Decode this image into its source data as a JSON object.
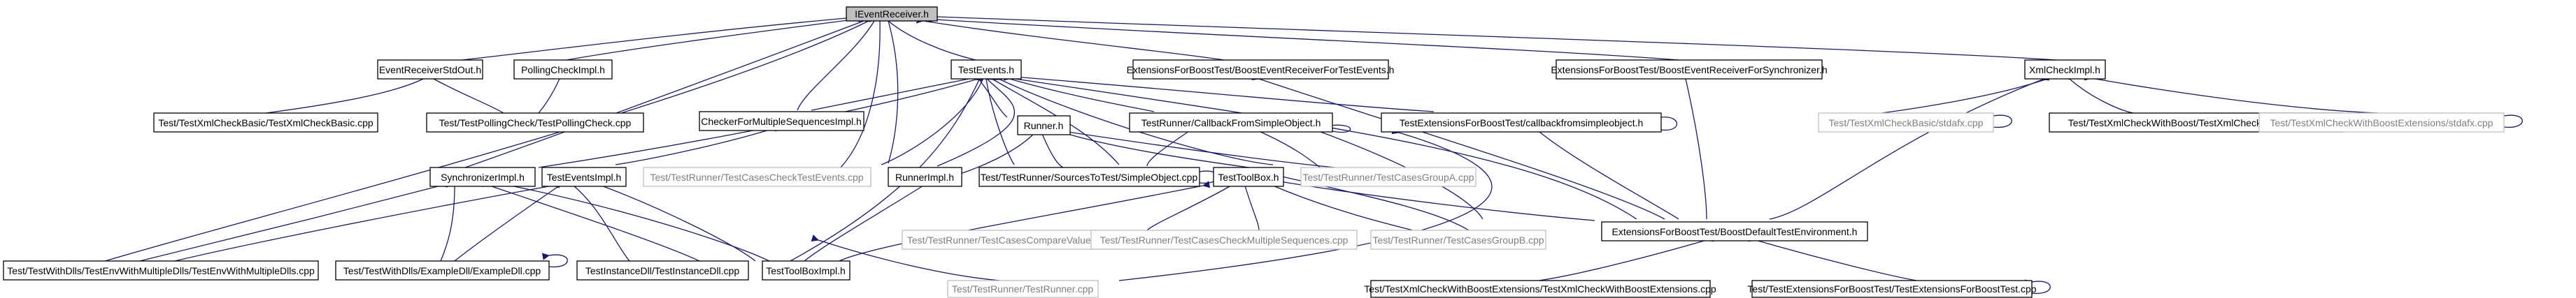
{
  "colors": {
    "edge": "#191970",
    "root_fill": "#bfbfbf",
    "border": "#000000",
    "gray_border": "#bfbfbf",
    "gray_text": "#7f7f7f"
  },
  "nodes": [
    {
      "id": "ievent",
      "label": "IEventReceiver.h",
      "style": "root"
    },
    {
      "id": "stdout",
      "label": "EventReceiverStdOut.h",
      "style": "normal"
    },
    {
      "id": "polling",
      "label": "PollingCheckImpl.h",
      "style": "normal"
    },
    {
      "id": "testevents",
      "label": "TestEvents.h",
      "style": "normal"
    },
    {
      "id": "extBoostEvts",
      "label": "ExtensionsForBoostTest/BoostEventReceiverForTestEvents.h",
      "style": "normal"
    },
    {
      "id": "extBoostSync",
      "label": "ExtensionsForBoostTest/BoostEventReceiverForSynchronizer.h",
      "style": "normal"
    },
    {
      "id": "xmlcheck",
      "label": "XmlCheckImpl.h",
      "style": "normal"
    },
    {
      "id": "xmlBasic",
      "label": "Test/TestXmlCheckBasic/TestXmlCheckBasic.cpp",
      "style": "normal"
    },
    {
      "id": "pollCpp",
      "label": "Test/TestPollingCheck/TestPollingCheck.cpp",
      "style": "normal"
    },
    {
      "id": "checker",
      "label": "CheckerForMultipleSequencesImpl.h",
      "style": "normal"
    },
    {
      "id": "runner",
      "label": "Runner.h",
      "style": "normal"
    },
    {
      "id": "callback",
      "label": "TestRunner/CallbackFromSimpleObject.h",
      "style": "normal"
    },
    {
      "id": "extCallback",
      "label": "TestExtensionsForBoostTest/callbackfromsimpleobject.h",
      "style": "normal"
    },
    {
      "id": "stdafxBasic",
      "label": "Test/TestXmlCheckBasic/stdafx.cpp",
      "style": "gray"
    },
    {
      "id": "xmlWithBoost",
      "label": "Test/TestXmlCheckWithBoost/TestXmlCheckWithBoost.cpp",
      "style": "normal"
    },
    {
      "id": "stdafxExt",
      "label": "Test/TestXmlCheckWithBoostExtensions/stdafx.cpp",
      "style": "gray"
    },
    {
      "id": "syncImpl",
      "label": "SynchronizerImpl.h",
      "style": "normal"
    },
    {
      "id": "eventsImpl",
      "label": "TestEventsImpl.h",
      "style": "normal"
    },
    {
      "id": "checkEvtsCpp",
      "label": "Test/TestRunner/TestCasesCheckTestEvents.cpp",
      "style": "gray"
    },
    {
      "id": "runnerImpl",
      "label": "RunnerImpl.h",
      "style": "normal"
    },
    {
      "id": "simpleObj",
      "label": "Test/TestRunner/SourcesToTest/SimpleObject.cpp",
      "style": "normal"
    },
    {
      "id": "toolbox",
      "label": "TestToolBox.h",
      "style": "normal"
    },
    {
      "id": "groupA",
      "label": "Test/TestRunner/TestCasesGroupA.cpp",
      "style": "gray"
    },
    {
      "id": "multiDlls",
      "label": "Test/TestWithDlls/TestEnvWithMultipleDlls/TestEnvWithMultipleDlls.cpp",
      "style": "normal"
    },
    {
      "id": "exampleDll",
      "label": "Test/TestWithDlls/ExampleDll/ExampleDll.cpp",
      "style": "normal"
    },
    {
      "id": "instanceDll",
      "label": "TestInstanceDll/TestInstanceDll.cpp",
      "style": "normal"
    },
    {
      "id": "toolboxImpl",
      "label": "TestToolBoxImpl.h",
      "style": "normal"
    },
    {
      "id": "compareVals",
      "label": "Test/TestRunner/TestCasesCompareValues.cpp",
      "style": "gray"
    },
    {
      "id": "multiSeq",
      "label": "Test/TestRunner/TestCasesCheckMultipleSequences.cpp",
      "style": "gray"
    },
    {
      "id": "groupB",
      "label": "Test/TestRunner/TestCasesGroupB.cpp",
      "style": "gray"
    },
    {
      "id": "boostDefEnv",
      "label": "ExtensionsForBoostTest/BoostDefaultTestEnvironment.h",
      "style": "normal"
    },
    {
      "id": "testRunnerCpp",
      "label": "Test/TestRunner/TestRunner.cpp",
      "style": "gray"
    },
    {
      "id": "xmlExtCpp",
      "label": "Test/TestXmlCheckWithBoostExtensions/TestXmlCheckWithBoostExtensions.cpp",
      "style": "normal"
    },
    {
      "id": "extForBoostCpp",
      "label": "Test/TestExtensionsForBoostTest/TestExtensionsForBoostTest.cpp",
      "style": "normal"
    }
  ]
}
